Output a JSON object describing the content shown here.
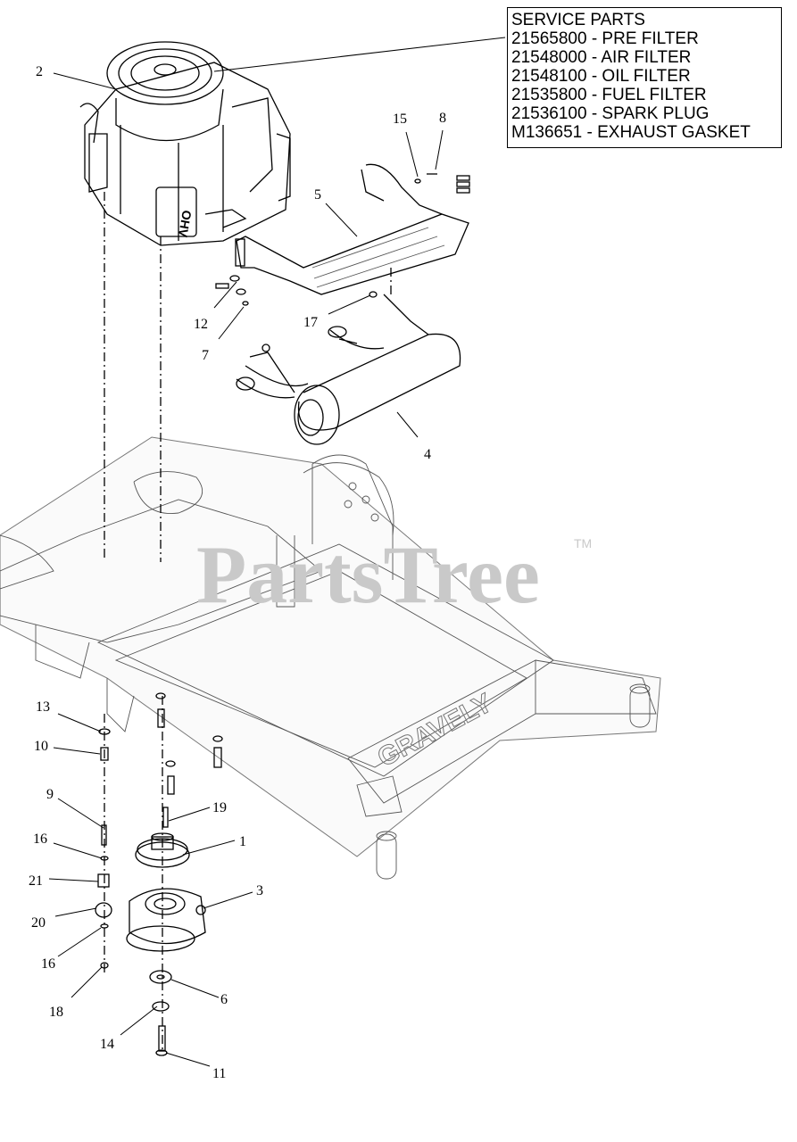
{
  "service_parts": {
    "title": "SERVICE PARTS",
    "items": [
      "21565800 - PRE FILTER",
      "21548000 - AIR FILTER",
      "21548100 - OIL FILTER",
      "21535800 - FUEL FILTER",
      "21536100 - SPARK PLUG",
      "M136651  - EXHAUST GASKET"
    ]
  },
  "watermark": {
    "text": "PartsTree",
    "tm": "TM"
  },
  "engine_label": "OHV",
  "frame_brand": "GRAVELY",
  "callouts": [
    "1",
    "2",
    "3",
    "4",
    "5",
    "6",
    "7",
    "8",
    "9",
    "10",
    "11",
    "12",
    "13",
    "14",
    "15",
    "16",
    "16",
    "17",
    "18",
    "19",
    "20",
    "21"
  ]
}
